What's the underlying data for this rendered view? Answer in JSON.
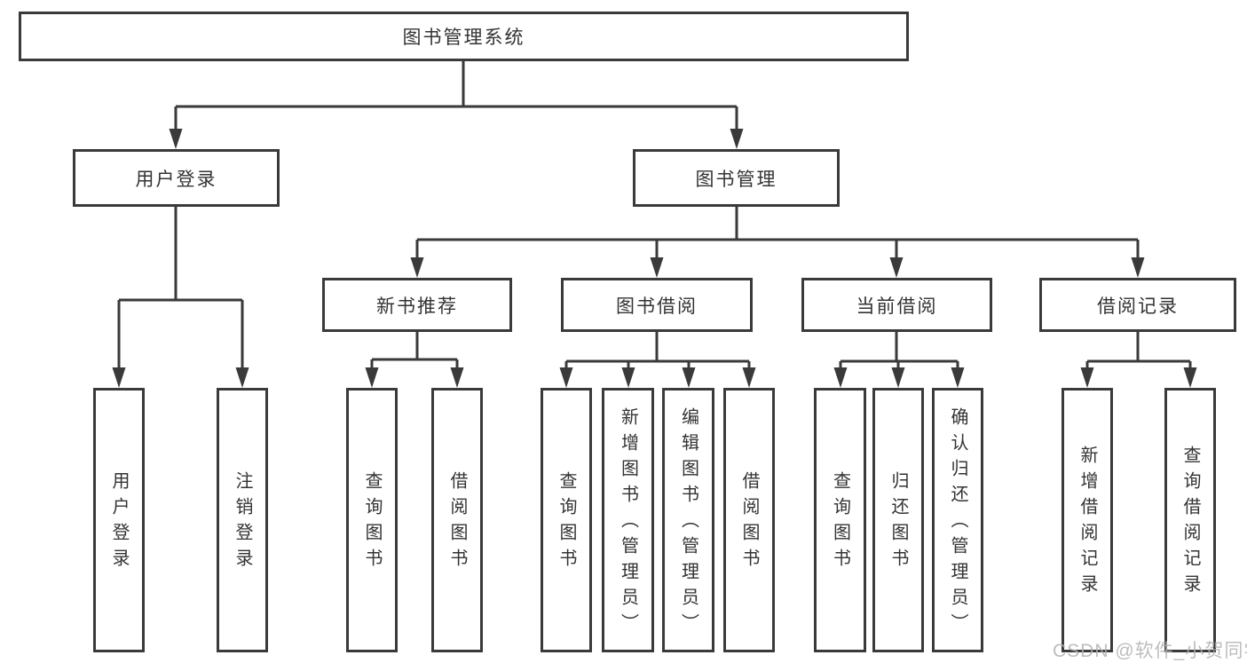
{
  "root": {
    "label": "图书管理系统"
  },
  "level2": [
    {
      "label": "用户登录"
    },
    {
      "label": "图书管理"
    }
  ],
  "level3": [
    {
      "label": "新书推荐"
    },
    {
      "label": "图书借阅"
    },
    {
      "label": "当前借阅"
    },
    {
      "label": "借阅记录"
    }
  ],
  "leaves": [
    {
      "label": "用户登录"
    },
    {
      "label": "注销登录"
    },
    {
      "label": "查询图书"
    },
    {
      "label": "借阅图书"
    },
    {
      "label": "查询图书"
    },
    {
      "label": "新增图书（管理员）"
    },
    {
      "label": "编辑图书（管理员）"
    },
    {
      "label": "借阅图书"
    },
    {
      "label": "查询图书"
    },
    {
      "label": "归还图书"
    },
    {
      "label": "确认归还（管理员）"
    },
    {
      "label": "新增借阅记录"
    },
    {
      "label": "查询借阅记录"
    }
  ],
  "watermark": {
    "text": "CSDN @软件_小贺同学",
    "color": "#b2b2b2"
  },
  "colors": {
    "line": "#3a3a3a"
  }
}
